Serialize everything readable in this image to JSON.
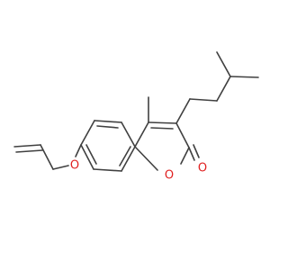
{
  "molecule": {
    "atoms": {
      "ring_oxygen": "O",
      "carbonyl_oxygen": "O",
      "ether_oxygen": "O"
    },
    "colors": {
      "bond": "#404040",
      "oxygen": "#e02020",
      "background": "#ffffff"
    }
  }
}
